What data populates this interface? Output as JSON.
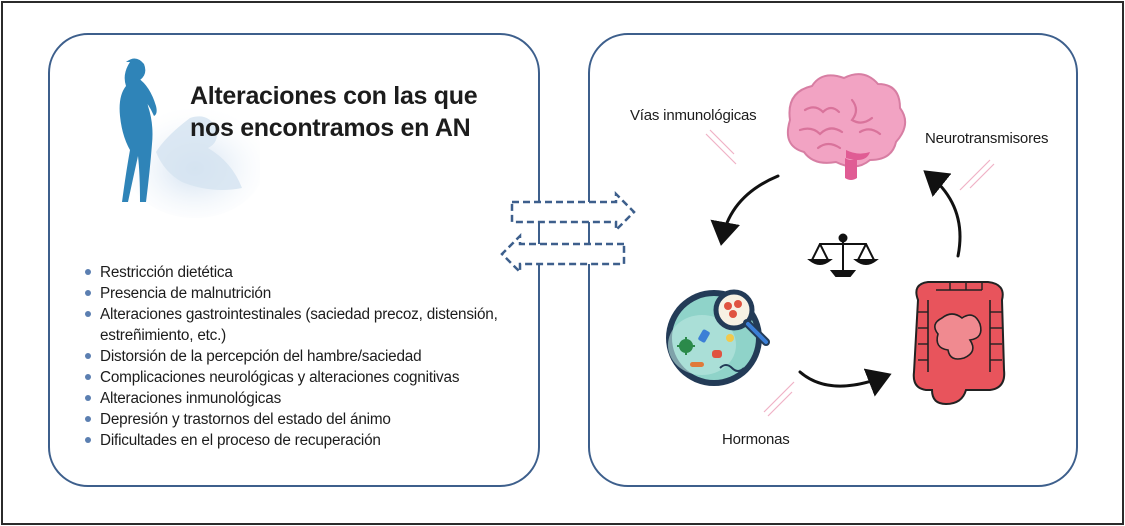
{
  "title_line1": "Alteraciones con las que",
  "title_line2": "nos encontramos en AN",
  "items": [
    "Restricción dietética",
    "Presencia de malnutrición",
    "Alteraciones gastrointestinales (saciedad precoz, distensión, estreñimiento, etc.)",
    "Distorsión de la percepción del hambre/saciedad",
    "Complicaciones neurológicas y alteraciones cognitivas",
    "Alteraciones inmunológicas",
    "Depresión y trastornos del estado del ánimo",
    "Dificultades en el proceso de recuperación"
  ],
  "labels": {
    "vias": "Vías inmunológicas",
    "neuro": "Neurotransmisores",
    "hormonas": "Hormonas"
  },
  "colors": {
    "panel_border": "#3d5f8c",
    "bullet": "#5b7fb1",
    "figure": "#2f84b8",
    "brain": "#f2a3c3",
    "intestine": "#e8545c",
    "dish": "#8fd3c9"
  },
  "icons": [
    "woman-figure-icon",
    "brain-icon",
    "balance-scale-icon",
    "microbiome-dish-icon",
    "intestine-icon",
    "bidirectional-arrows-icon"
  ]
}
